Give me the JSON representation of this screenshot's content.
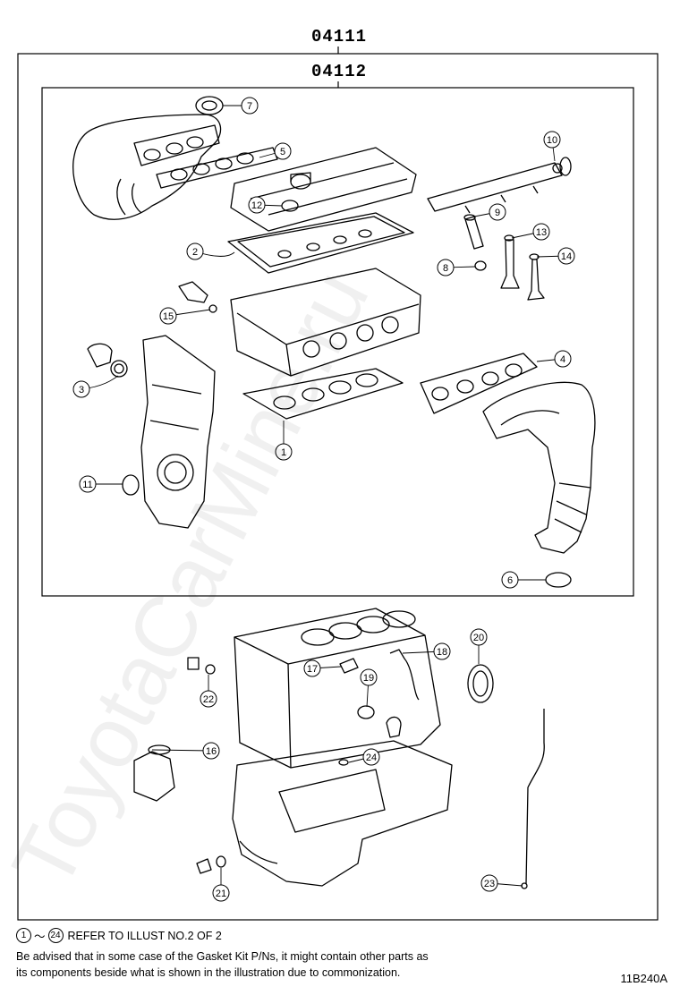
{
  "labels": {
    "outer_kit": "04111",
    "inner_kit": "04112"
  },
  "callouts": [
    {
      "n": "1"
    },
    {
      "n": "2"
    },
    {
      "n": "3"
    },
    {
      "n": "4"
    },
    {
      "n": "5"
    },
    {
      "n": "6"
    },
    {
      "n": "7"
    },
    {
      "n": "8"
    },
    {
      "n": "9"
    },
    {
      "n": "10"
    },
    {
      "n": "11"
    },
    {
      "n": "12"
    },
    {
      "n": "13"
    },
    {
      "n": "14"
    },
    {
      "n": "15"
    },
    {
      "n": "16"
    },
    {
      "n": "17"
    },
    {
      "n": "18"
    },
    {
      "n": "19"
    },
    {
      "n": "20"
    },
    {
      "n": "21"
    },
    {
      "n": "22"
    },
    {
      "n": "23"
    },
    {
      "n": "24"
    }
  ],
  "refer": {
    "from": "1",
    "tilde": "～",
    "to": "24",
    "text": "REFER TO ILLUST NO.2 OF 2"
  },
  "note": {
    "line1": "Be advised that in some case of the Gasket Kit P/Ns,  it might contain other parts as",
    "line2": "its components beside what is shown in the illustration due to commonization."
  },
  "illustration_code": "11B240A",
  "watermark": "ToyotaCarMine.ru"
}
